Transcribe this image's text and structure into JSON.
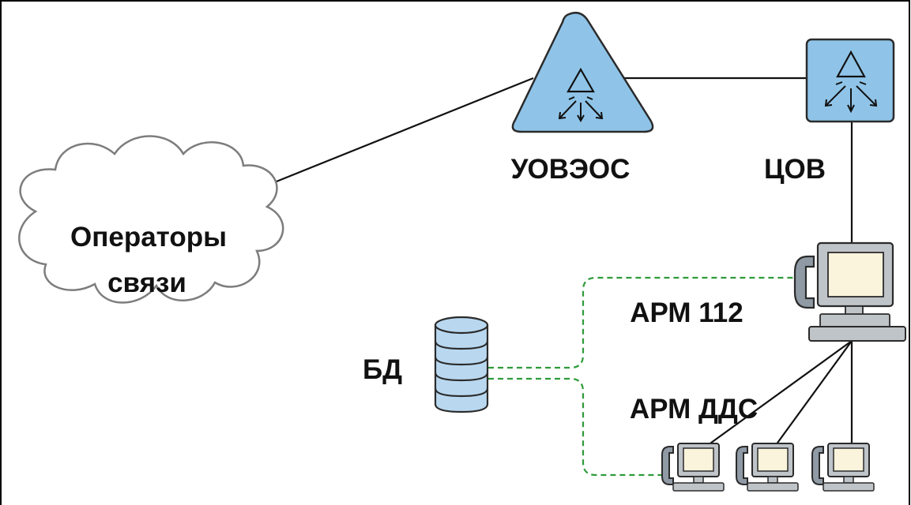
{
  "colors": {
    "node_fill": "#8fc4e8",
    "node_stroke": "#2b2b2b",
    "link": "#111111",
    "data_link": "#2f9b3a",
    "monitor_face": "#bfc4c9",
    "screen": "#fbf4dc",
    "phone": "#8f9aa5",
    "db_fill": "#b9d8f0"
  },
  "nodes": {
    "operators": {
      "label_line1": "Операторы",
      "label_line2": "связи",
      "icon": "cloud-icon"
    },
    "uoveos": {
      "label": "УОВЭОС",
      "icon": "triangle-network-icon"
    },
    "tsov": {
      "label": "ЦОВ",
      "icon": "square-network-icon"
    },
    "arm112": {
      "label": "АРМ 112",
      "icon": "workstation-icon"
    },
    "db": {
      "label": "БД",
      "icon": "database-icon"
    },
    "arm_dds": {
      "label": "АРМ ДДС",
      "icon": "workstation-icon"
    }
  }
}
